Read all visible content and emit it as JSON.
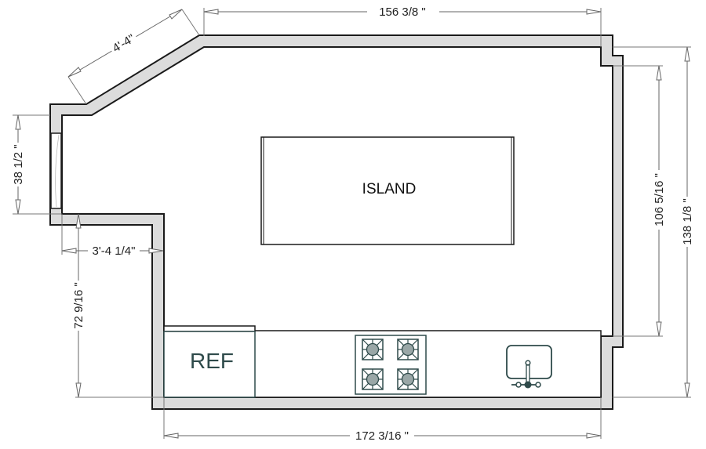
{
  "plan": {
    "type": "kitchen-floor-plan",
    "colors": {
      "wall_fill": "#dcdcdc",
      "wall_stroke": "#1a1a1a",
      "fixture_stroke": "#2e4a4a",
      "burner_fill": "#9aa7a7",
      "dimension_line": "#666666"
    }
  },
  "dimensions": {
    "top_width": "156 3/8 \"",
    "angled_wall": "4'-4\"",
    "window_height": "38 1/2 \"",
    "left_offset": "3'-4 1/4\"",
    "left_lower_height": "72 9/16 \"",
    "right_inner_height": "106 5/16 \"",
    "right_total_height": "138 1/8 \"",
    "bottom_width": "172 3/16 \""
  },
  "fixtures": {
    "island": {
      "label": "ISLAND"
    },
    "refrigerator": {
      "label": "REF"
    },
    "cooktop": {
      "burners": 4
    },
    "sink": {
      "icon": "sink-icon"
    },
    "window": {
      "icon": "window-icon"
    }
  }
}
